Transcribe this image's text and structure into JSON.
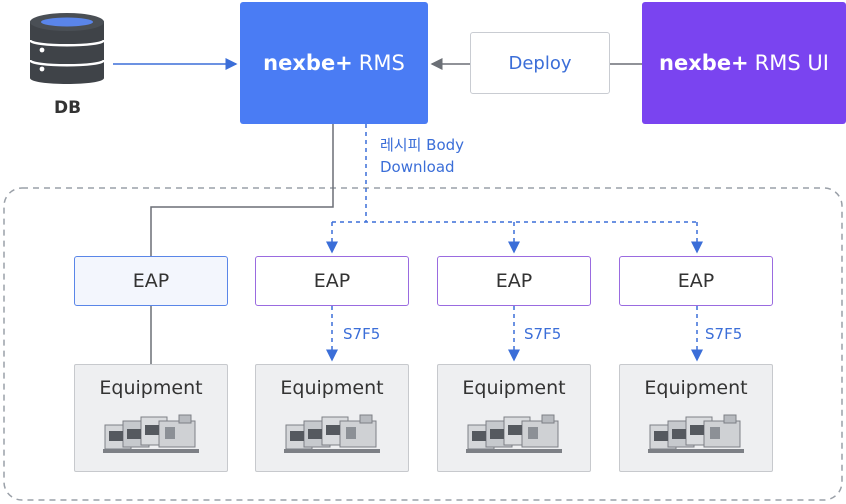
{
  "db": {
    "label": "DB",
    "icon": "database-icon"
  },
  "rms": {
    "brand": "nexbe+",
    "name": "RMS"
  },
  "rms_ui": {
    "brand": "nexbe+",
    "name": "RMS UI"
  },
  "deploy": {
    "label": "Deploy"
  },
  "download": {
    "line1": "레시피 Body",
    "line2": "Download"
  },
  "eap_label": "EAP",
  "equipment_label": "Equipment",
  "message_label": "S7F5",
  "colors": {
    "rms": "#4a7cf4",
    "rms_ui": "#7a44f0",
    "accent_text": "#3b6ed8",
    "eap_blue_border": "#5a86e8",
    "eap_purple_border": "#9a6be0"
  }
}
